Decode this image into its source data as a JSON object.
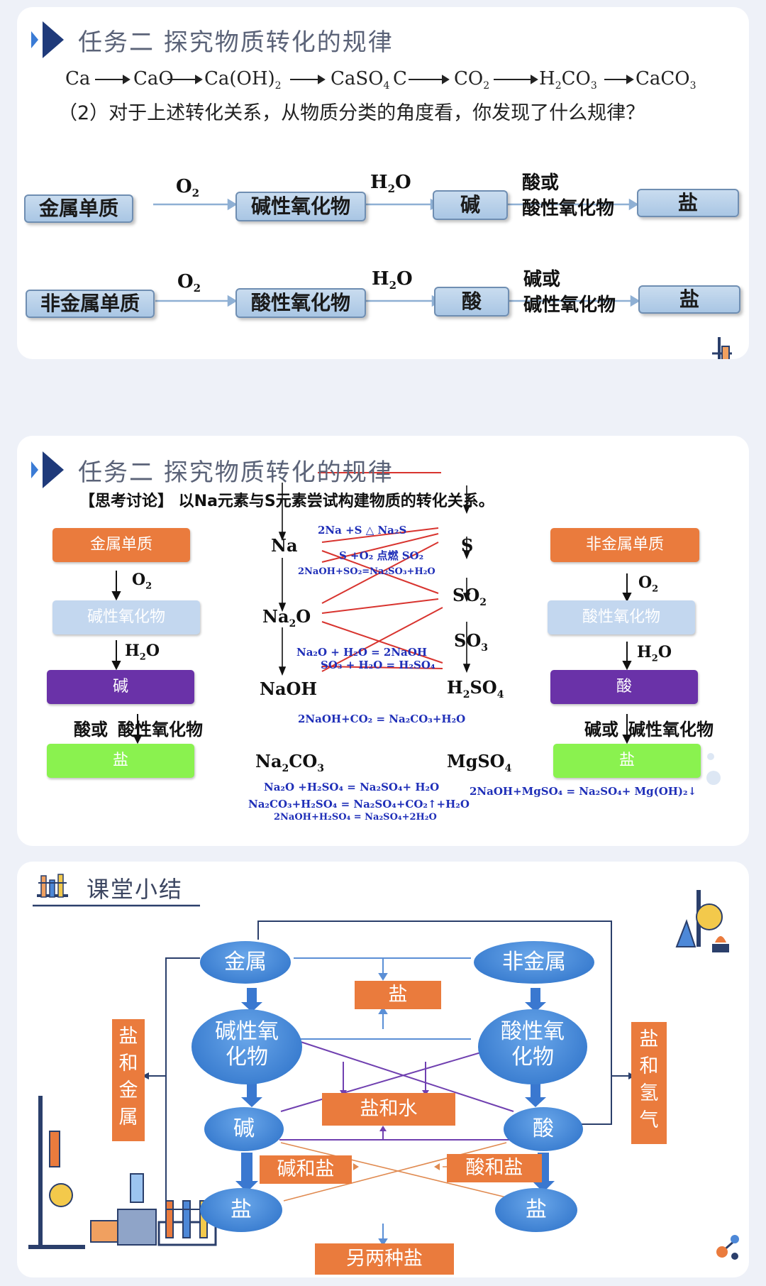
{
  "panel1": {
    "title": "任务二  探究物质转化的规律",
    "chain": {
      "ca": "Ca",
      "cao": "CaO",
      "caoh": "Ca(OH)",
      "caoh_sub": "2",
      "caso": "CaSO",
      "caso_sub": "4",
      "c": "C",
      "co": "CO",
      "co_sub": "2",
      "h2co3_h": "H",
      "h2co3_sub1": "2",
      "h2co3_co": "CO",
      "h2co3_sub2": "3",
      "caco": "CaCO",
      "caco_sub": "3"
    },
    "question": "（2）对于上述转化关系，从物质分类的角度看，你发现了什么规律？",
    "row1": {
      "box1": "金属单质",
      "label1": "O",
      "label1_sub": "2",
      "box2": "碱性氧化物",
      "label2_h": "H",
      "label2_sub": "2",
      "label2_o": "O",
      "box3": "碱",
      "label3_line1": "酸或",
      "label3_line2": "酸性氧化物",
      "box4": "盐"
    },
    "row2": {
      "box1": "非金属单质",
      "label1": "O",
      "label1_sub": "2",
      "box2": "酸性氧化物",
      "label2_h": "H",
      "label2_sub": "2",
      "label2_o": "O",
      "box3": "酸",
      "label3_line1": "碱或",
      "label3_line2": "碱性氧化物",
      "box4": "盐"
    }
  },
  "panel2": {
    "title": "任务二  探究物质转化的规律",
    "prompt": "【思考讨论】 以Na元素与S元素尝试构建物质的转化关系。",
    "left": {
      "b1": "金属单质",
      "o2": "O",
      "o2_sub": "2",
      "b2": "碱性氧化物",
      "h2o_h": "H",
      "h2o_sub": "2",
      "h2o_o": "O",
      "b3": "碱",
      "arrow_label_left": "酸或",
      "arrow_label_right": "酸性氧化物",
      "b4": "盐"
    },
    "right": {
      "b1": "非金属单质",
      "o2": "O",
      "o2_sub": "2",
      "b2": "酸性氧化物",
      "h2o_h": "H",
      "h2o_sub": "2",
      "h2o_o": "O",
      "b3": "酸",
      "arrow_label_left": "碱或",
      "arrow_label_right": "碱性氧化物",
      "b4": "盐"
    },
    "na_col": {
      "na": "Na",
      "na2o": "Na",
      "na2o_sub": "2",
      "na2o_o": "O",
      "naoh": "NaOH",
      "na2co3": "Na",
      "na2co3_sub1": "2",
      "na2co3_co": "CO",
      "na2co3_sub2": "3"
    },
    "s_col": {
      "s": "S",
      "so2": "SO",
      "so2_sub": "2",
      "so3": "SO",
      "so3_sub": "3",
      "h2so4_h": "H",
      "h2so4_sub1": "2",
      "h2so4_so": "SO",
      "h2so4_sub2": "4",
      "mgso4": "MgSO",
      "mgso4_sub": "4"
    },
    "equations": {
      "e1": "2Na +S  △ Na₂S",
      "e2": "S +O₂  点燃 SO₂",
      "e3": "2NaOH+SO₂=Na₂SO₃+H₂O",
      "e4": "Na₂O + H₂O = 2NaOH",
      "e5": "SO₃ + H₂O = H₂SO₄",
      "e6": "2NaOH+CO₂ = Na₂CO₃+H₂O",
      "e7": "Na₂O +H₂SO₄ = Na₂SO₄+ H₂O",
      "e8": "2NaOH+MgSO₄ = Na₂SO₄+ Mg(OH)₂↓",
      "e9": "Na₂CO₃+H₂SO₄ = Na₂SO₄+CO₂↑+H₂O",
      "e10": "2NaOH+H₂SO₄ = Na₂SO₄+2H₂O"
    }
  },
  "panel3": {
    "title": "课堂小结",
    "nodes": {
      "metal": "金属",
      "nonmetal": "非金属",
      "salt_top": "盐",
      "basic_oxide_1": "碱性氧",
      "basic_oxide_2": "化物",
      "acidic_oxide_1": "酸性氧",
      "acidic_oxide_2": "化物",
      "base": "碱",
      "acid": "酸",
      "salt_water": "盐和水",
      "base_salt": "碱和盐",
      "acid_salt": "酸和盐",
      "salt_left": "盐",
      "salt_right": "盐",
      "two_salts": "另两种盐",
      "salt_metal": "盐和金属",
      "salt_hydrogen": "盐和氢气"
    }
  },
  "colors": {
    "orange": "#ea7b3d",
    "purple": "#6a32a8",
    "green": "#8af24f",
    "lightblue": "#c3d7ef",
    "blue_oval": "#2a6fc7",
    "equation_blue": "#1f2fb8",
    "red_line": "#d8342f"
  }
}
